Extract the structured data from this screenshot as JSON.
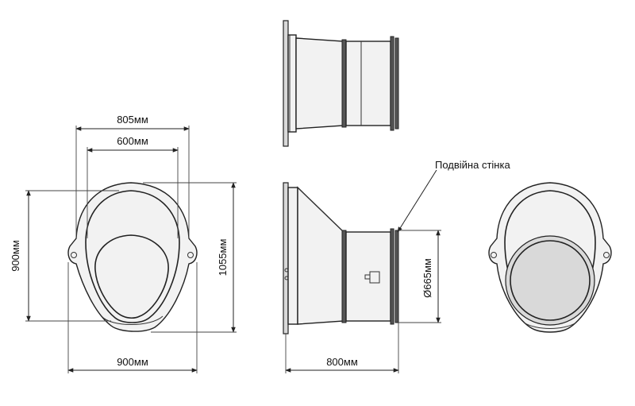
{
  "dimensions": {
    "front_outer_width": "805мм",
    "front_inner_width": "600мм",
    "front_inner_height": "900мм",
    "front_outer_height": "1055мм",
    "front_base_width": "900мм",
    "side_length": "800мм",
    "side_diameter": "Ø665мм"
  },
  "annotations": {
    "double_wall": "Подвійна стінка"
  }
}
